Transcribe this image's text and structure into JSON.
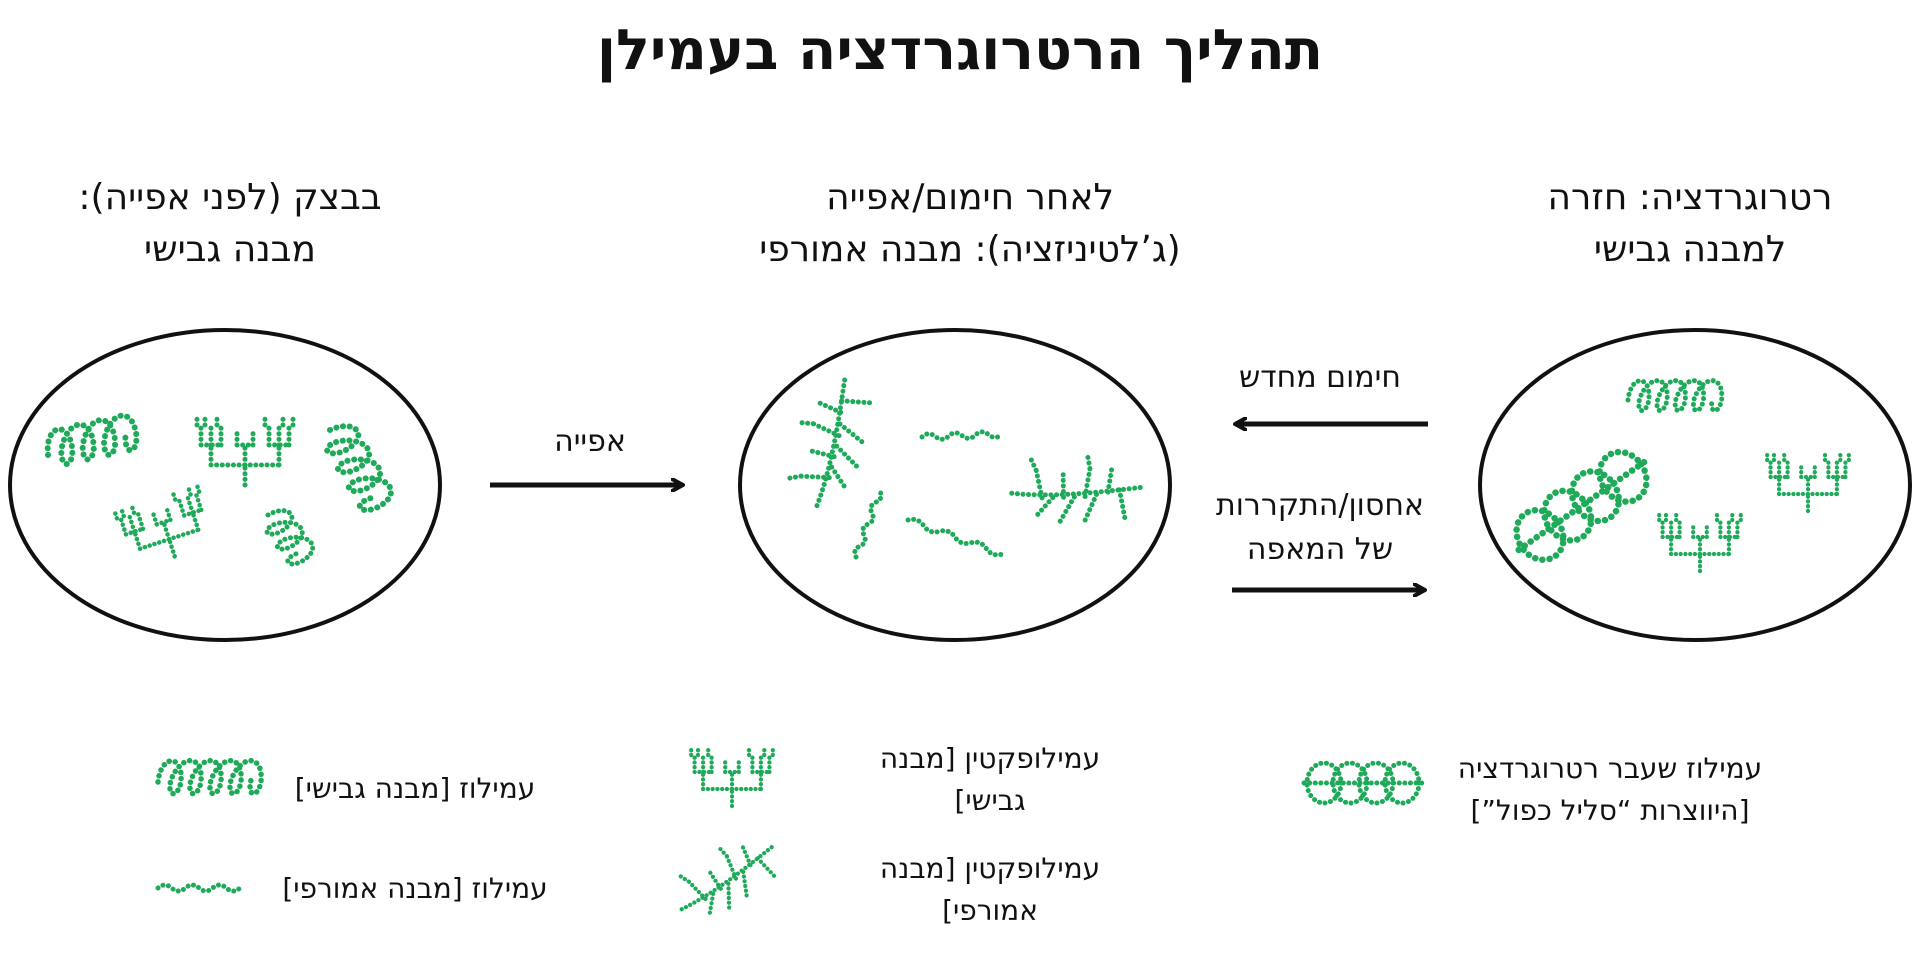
{
  "title": "תהליך הרטרוגרדציה בעמילן",
  "stages": {
    "dough": {
      "line1": "בבצק (לפני אפייה):",
      "line2": "מבנה גבישי"
    },
    "baked": {
      "line1": "לאחר חימום/אפייה",
      "line2": "(ג’לטיניזציה): מבנה אמורפי"
    },
    "retro": {
      "line1": "רטרוגרדציה: חזרה",
      "line2": "למבנה גבישי"
    }
  },
  "arrows": {
    "baking": "אפייה",
    "reheat": "חימום מחדש",
    "storage_line1": "אחסון/התקררות",
    "storage_line2": "של המאפה"
  },
  "legend": {
    "amylose_crystal": "עמילוז [מבנה גבישי]",
    "amylose_amorphous": "עמילוז [מבנה אמורפי]",
    "amylopectin_crystal_line1": "עמילופקטין [מבנה",
    "amylopectin_crystal_line2": "גבישי]",
    "amylopectin_amorphous_line1": "עמילופקטין [מבנה",
    "amylopectin_amorphous_line2": "אמורפי]",
    "retro_amylose_line1": "עמילוז שעבר רטרוגרדציה",
    "retro_amylose_line2": "[היווצרות “סליל כפול”]"
  },
  "colors": {
    "molecule": "#1faa5a",
    "outline": "#111111"
  }
}
